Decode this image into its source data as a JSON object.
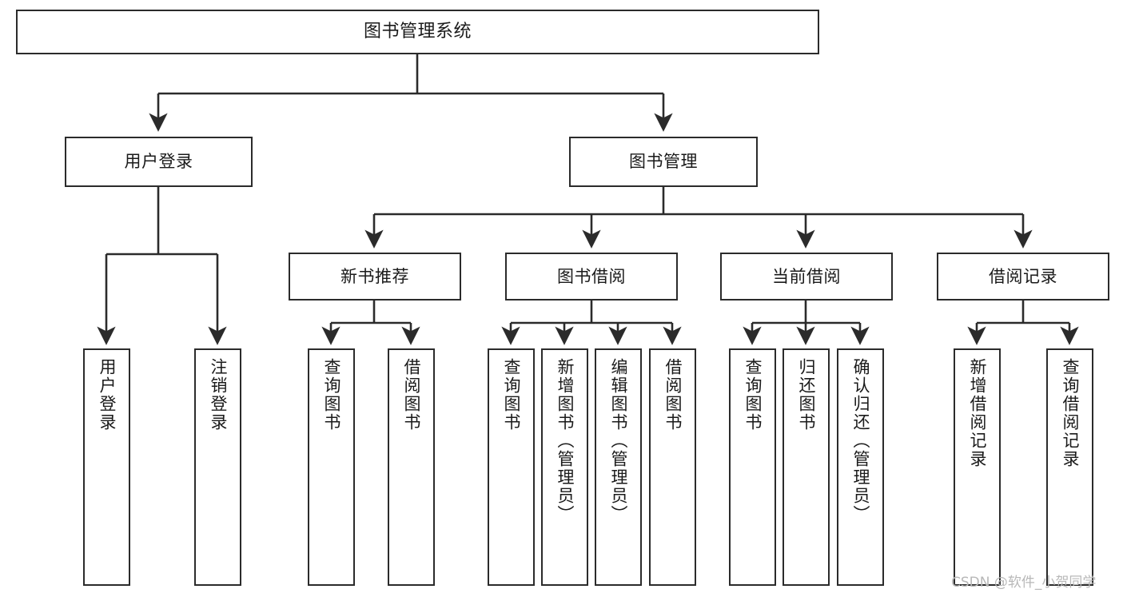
{
  "diagram": {
    "title": "图书管理系统",
    "type": "tree-hierarchy",
    "watermark": "CSDN @软件_小贺同学",
    "colors": {
      "box_border": "#2b2b2b",
      "box_fill": "#ffffff",
      "connector": "#2b2b2b",
      "text": "#1a1a1a",
      "watermark": "#b8b8b8",
      "background": "#ffffff"
    },
    "nodes": {
      "root": {
        "label": "图书管理系统"
      },
      "level2": [
        {
          "label": "用户登录"
        },
        {
          "label": "图书管理"
        }
      ],
      "level3": [
        {
          "label": "新书推荐"
        },
        {
          "label": "图书借阅"
        },
        {
          "label": "当前借阅"
        },
        {
          "label": "借阅记录"
        }
      ],
      "leaves": {
        "user_login": [
          {
            "label": "用户登录"
          },
          {
            "label": "注销登录"
          }
        ],
        "new_book_recommend": [
          {
            "label": "查询图书"
          },
          {
            "label": "借阅图书"
          }
        ],
        "book_borrow": [
          {
            "label": "查询图书"
          },
          {
            "label": "新增图书（管理员）"
          },
          {
            "label": "编辑图书（管理员）"
          },
          {
            "label": "借阅图书"
          }
        ],
        "current_borrow": [
          {
            "label": "查询图书"
          },
          {
            "label": "归还图书"
          },
          {
            "label": "确认归还（管理员）"
          }
        ],
        "borrow_record": [
          {
            "label": "新增借阅记录"
          },
          {
            "label": "查询借阅记录"
          }
        ]
      }
    }
  }
}
